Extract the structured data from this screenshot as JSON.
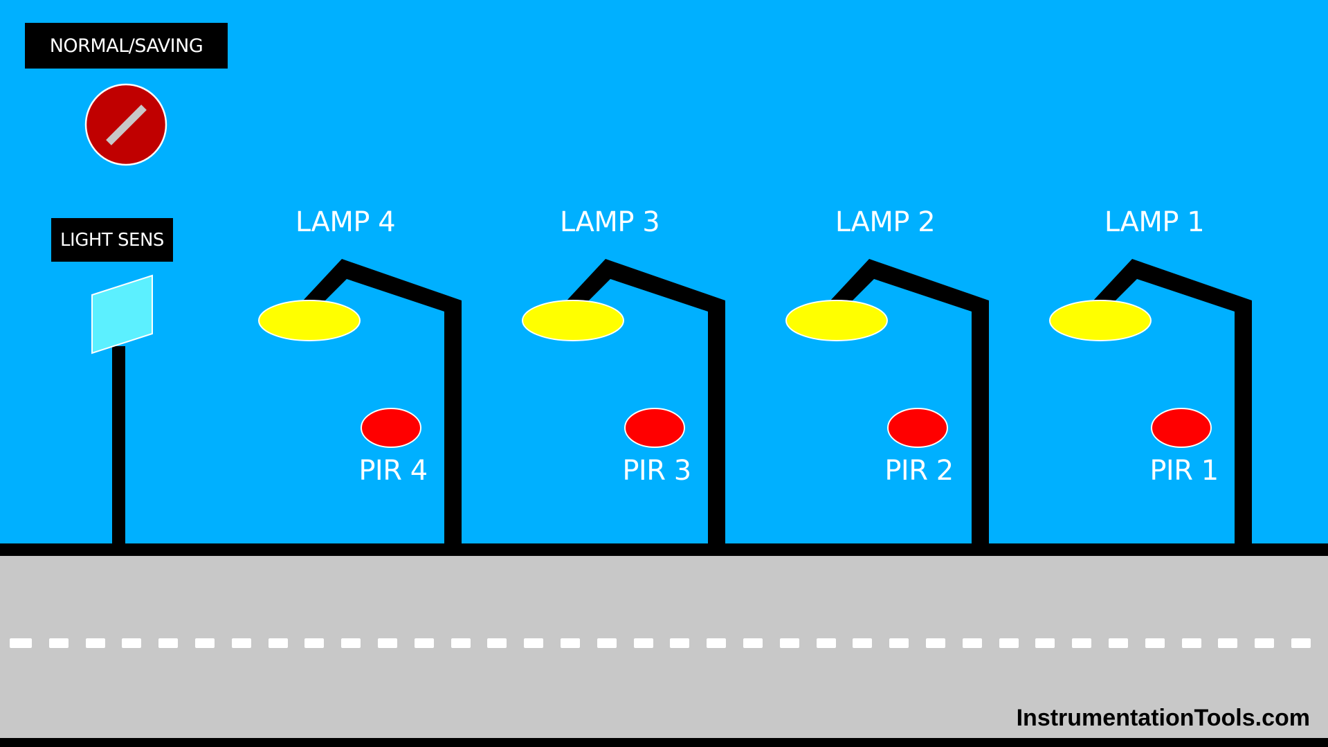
{
  "colors": {
    "sky": "#00b0ff",
    "road": "#c8c8c8",
    "lamp_on": "#ffff00",
    "pir_inactive": "#ff0000",
    "mode_button": "#c00000",
    "mode_button_bar": "#c8c8c8",
    "light_sensor": "#5cf0ff"
  },
  "mode_switch": {
    "label": "NORMAL/SAVING",
    "icon": "no-entry-toggle-icon",
    "state": "off"
  },
  "light_sensor": {
    "label": "LIGHT SENS",
    "icon": "light-sensor-panel-icon"
  },
  "lamps": [
    {
      "label": "LAMP 4",
      "state": "on",
      "pir_label": "PIR 4",
      "pir_state": "inactive"
    },
    {
      "label": "LAMP 3",
      "state": "on",
      "pir_label": "PIR 3",
      "pir_state": "inactive"
    },
    {
      "label": "LAMP 2",
      "state": "on",
      "pir_label": "PIR 2",
      "pir_state": "inactive"
    },
    {
      "label": "LAMP 1",
      "state": "on",
      "pir_label": "PIR 1",
      "pir_state": "inactive"
    }
  ],
  "watermark": "InstrumentationTools.com"
}
